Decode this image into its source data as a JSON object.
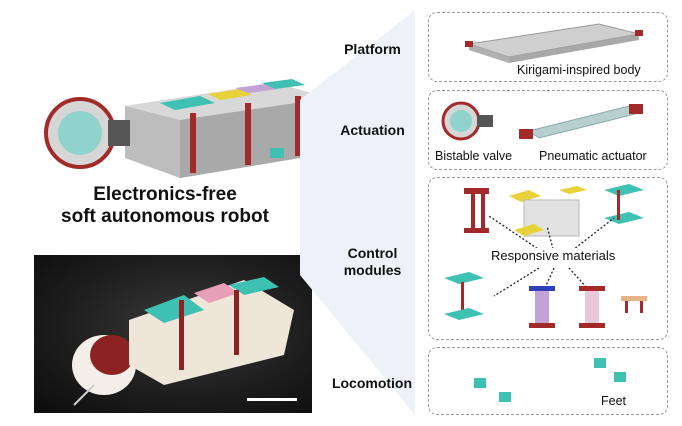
{
  "title": {
    "line1": "Electronics-free",
    "line2": "soft autonomous robot"
  },
  "sections": {
    "platform": {
      "label": "Platform",
      "caption": "Kirigami-inspired body"
    },
    "actuation": {
      "label": "Actuation",
      "caption_valve": "Bistable valve",
      "caption_actuator": "Pneumatic actuator"
    },
    "control": {
      "label_line1": "Control",
      "label_line2": "modules",
      "caption": "Responsive materials"
    },
    "locomotion": {
      "label": "Locomotion",
      "caption": "Feet"
    }
  },
  "colors": {
    "teal": "#3ec1b3",
    "red": "#a32a2a",
    "body_grey": "#c9c9c9",
    "dashed_border": "#9a9a9a",
    "yellow": "#e8d23a",
    "purple": "#c3a3d6",
    "blue": "#2f3fb8"
  }
}
